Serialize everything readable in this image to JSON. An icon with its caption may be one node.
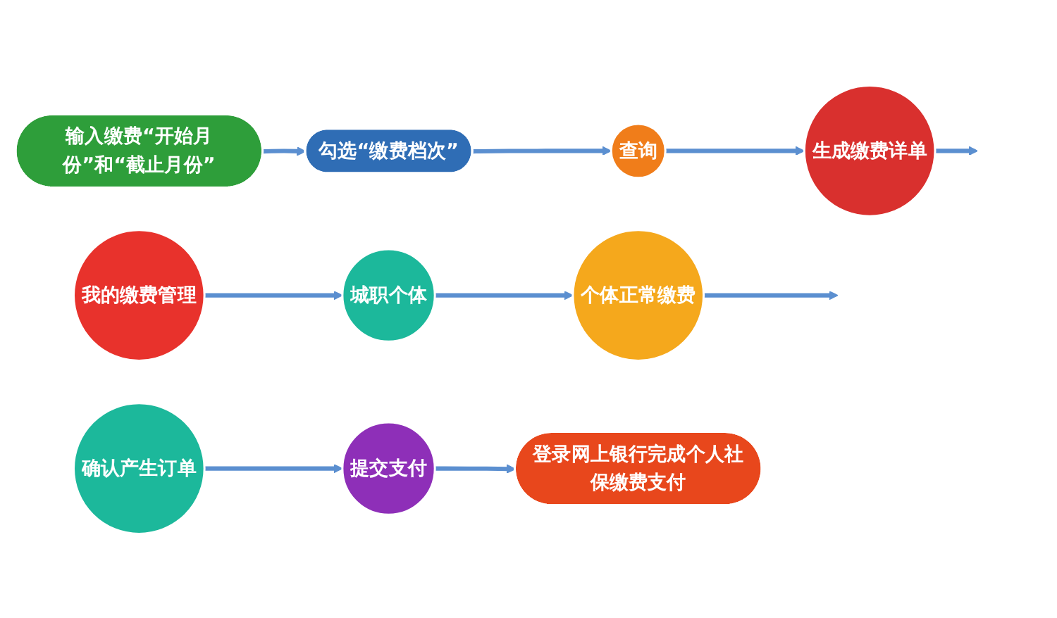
{
  "diagram": {
    "nodes": [
      {
        "text": [
          "我的缴费管理"
        ]
      },
      {
        "text": [
          "城职个体"
        ]
      },
      {
        "text": [
          "个体正常缴费"
        ]
      },
      {
        "text": [
          "输入缴费“开始月份”和“截止月份”"
        ]
      },
      {
        "text": [
          "勾选“缴费档次”"
        ]
      },
      {
        "text": [
          "查询"
        ]
      },
      {
        "text": [
          "生成缴费详单"
        ]
      },
      {
        "text": [
          "确认产生订单"
        ]
      },
      {
        "text": [
          "提交支付"
        ]
      },
      {
        "text": [
          "登录网上银行完成个人社保缴费支付"
        ]
      }
    ],
    "edges": [
      {
        "from": 0,
        "to": 1,
        "arrow": "to"
      },
      {
        "from": 1,
        "to": 2,
        "arrow": "to"
      },
      {
        "from": 2,
        "to": null,
        "arrow": "to"
      },
      {
        "from": 3,
        "to": 4,
        "arrow": "to"
      },
      {
        "from": 4,
        "to": 5,
        "arrow": "to"
      },
      {
        "from": 5,
        "to": 6,
        "arrow": "to"
      },
      {
        "from": 6,
        "to": null,
        "arrow": "to"
      },
      {
        "from": 7,
        "to": 8,
        "arrow": "to"
      },
      {
        "from": 8,
        "to": 9,
        "arrow": "to"
      }
    ]
  }
}
